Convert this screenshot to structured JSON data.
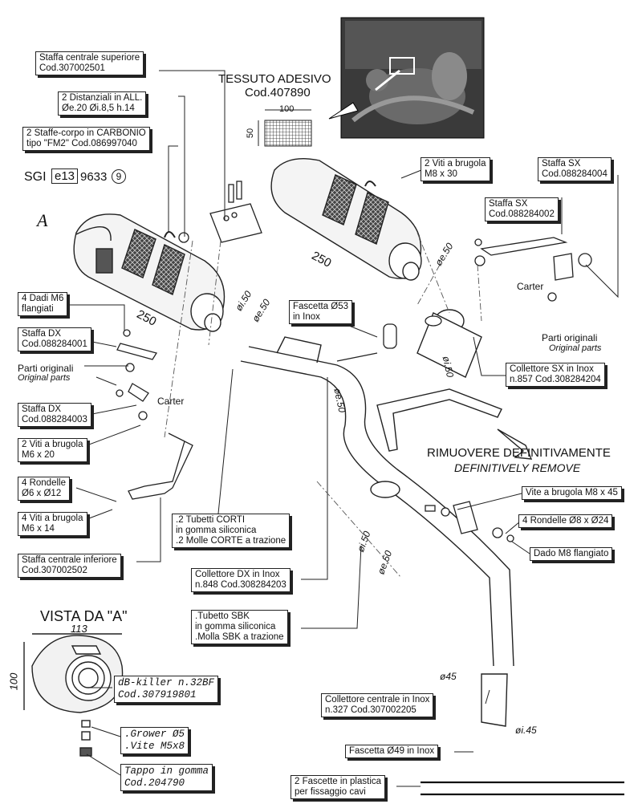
{
  "labels": {
    "staffa_centrale_sup": [
      "Staffa centrale superiore",
      "Cod.307002501"
    ],
    "distanziali": [
      "2 Distanziali in ALL.",
      "Øe.20  Øi.8,5  h.14"
    ],
    "staffe_corpo": [
      "2 Staffe-corpo in CARBONIO",
      "tipo \"FM2\" Cod.086997040"
    ],
    "viti_m8x30": [
      "2 Viti a brugola",
      "M8 x 30"
    ],
    "staffa_sx_1": [
      "Staffa SX",
      "Cod.088284004"
    ],
    "staffa_sx_2": [
      "Staffa SX",
      "Cod.088284002"
    ],
    "dadi_m6": [
      "4 Dadi M6",
      "flangiati"
    ],
    "staffa_dx_1": [
      "Staffa DX",
      "Cod.088284001"
    ],
    "staffa_dx_2": [
      "Staffa DX",
      "Cod.088284003"
    ],
    "viti_m6x20": [
      "2 Viti a brugola",
      "M6 x 20"
    ],
    "rondelle_6x12": [
      "4 Rondelle",
      "Ø6 x Ø12"
    ],
    "viti_m6x14": [
      "4 Viti a brugola",
      "M6 x 14"
    ],
    "staffa_centrale_inf": [
      "Staffa centrale inferiore",
      "Cod.307002502"
    ],
    "fascetta_53": [
      "Fascetta Ø53",
      "in Inox"
    ],
    "collettore_sx": [
      "Collettore SX in Inox",
      "n.857  Cod.308284204"
    ],
    "vite_m8x45": [
      "Vite a brugola M8 x 45"
    ],
    "rondelle_8x24": [
      "4 Rondelle Ø8 x Ø24"
    ],
    "dado_m8": [
      "Dado M8 flangiato"
    ],
    "tubetti_corti": [
      ".2 Tubetti CORTI",
      " in gomma siliconica",
      ".2 Molle CORTE a trazione"
    ],
    "collettore_dx": [
      "Collettore DX in Inox",
      "n.848  Cod.308284203"
    ],
    "tubetto_sbk": [
      ".Tubetto SBK",
      " in gomma siliconica",
      ".Molla SBK a trazione"
    ],
    "collettore_centrale": [
      "Collettore centrale in Inox",
      "n.327  Cod.307002205"
    ],
    "fascetta_49": [
      "Fascetta Ø49 in Inox"
    ],
    "fascette_plastica": [
      "2 Fascette in plastica",
      "per fissaggio cavi"
    ],
    "db_killer": [
      "dB-killer n.32BF",
      "Cod.307919801"
    ],
    "grower": [
      ".Grower Ø5",
      ".Vite  M5x8"
    ],
    "tappo": [
      "Tappo in gomma",
      "Cod.204790"
    ]
  },
  "texts": {
    "tessuto_title": "TESSUTO ADESIVO",
    "tessuto_code": "Cod.407890",
    "tessuto_w": "100",
    "tessuto_h": "50",
    "sgi": "SGI",
    "emark": "e13",
    "homolog": "9633",
    "homolog_circle": "9",
    "view_letter": "A",
    "len_left": "250",
    "len_right": "250",
    "carter_left": "Carter",
    "carter_right": "Carter",
    "parti_it_left": "Parti originali",
    "parti_en_left": "Original parts",
    "parti_it_right": "Parti originali",
    "parti_en_right": "Original parts",
    "rimuovere": "RIMUOVERE DEFINITIVAMENTE",
    "remove_en": "DEFINITIVELY  REMOVE",
    "vista": "VISTA DA \"A\"",
    "dim_113": "113",
    "dim_100": "100",
    "d_i50_a": "øi.50",
    "d_e50_a": "øe.50",
    "d_e50_b": "øe.50",
    "d_e50_c": "øe.50",
    "d_i50_b": "øi.50",
    "d_i50_c": "øi.50",
    "d_e50_d": "øe.50",
    "d_45": "ø45",
    "d_i45": "øi.45"
  }
}
